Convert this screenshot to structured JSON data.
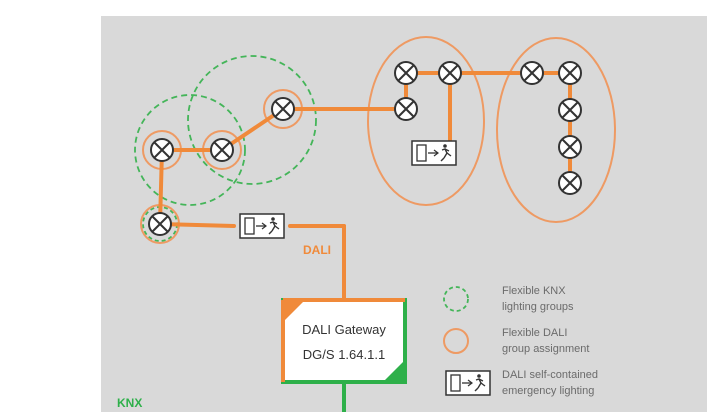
{
  "gateway": {
    "line1": "DALI Gateway",
    "line2": "DG/S 1.64.1.1"
  },
  "bus_labels": {
    "dali": "DALI",
    "knx": "KNX"
  },
  "legend": {
    "knx_groups": [
      "Flexible KNX",
      "lighting groups"
    ],
    "dali_groups": [
      "Flexible DALI",
      "group assignment"
    ],
    "emergency": [
      "DALI self-contained",
      "emergency lighting"
    ]
  },
  "colors": {
    "dali_line": "#f08a3a",
    "knx_line": "#2eb04a",
    "knx_group_ring": "#44b559",
    "dali_group_ring": "#ee9a63",
    "background": "#d9d9d9",
    "legend_text": "#6b6b6b"
  },
  "icons": {
    "lamp": "circle-with-x-lamp-icon",
    "emergency": "running-man-exit-sign-icon"
  }
}
